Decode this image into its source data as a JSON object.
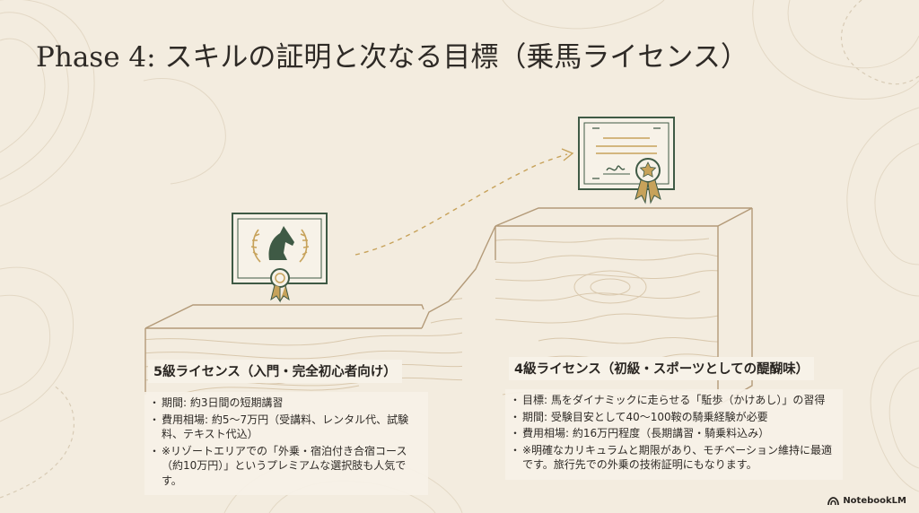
{
  "title": "Phase 4: スキルの証明と次なる目標（乗馬ライセンス）",
  "level5": {
    "heading": "5級ライセンス（入門・完全初心者向け）",
    "bullets": [
      "期間: 約3日間の短期講習",
      "費用相場: 約5〜7万円（受講料、レンタル代、試験料、テキスト代込）",
      "※リゾートエリアでの「外乗・宿泊付き合宿コース（約10万円）」というプレミアムな選択肢も人気です。"
    ],
    "icon": "horse-certificate-icon"
  },
  "level4": {
    "heading": "4級ライセンス（初級・スポーツとしての醍醐味）",
    "bullets": [
      "目標: 馬をダイナミックに走らせる「駈歩（かけあし）」の習得",
      "期間: 受験目安として40〜100鞍の騎乗経験が必要",
      "費用相場: 約16万円程度（長期講習・騎乗料込み）",
      "※明確なカリキュラムと期限があり、モチベーション維持に最適です。旅行先での外乗の技術証明にもなります。"
    ],
    "icon": "diploma-certificate-icon"
  },
  "brand": {
    "name": "NotebookLM"
  },
  "colors": {
    "background": "#f3ecdf",
    "line": "#b39a78",
    "icon": "#3f5a45",
    "accent": "#c7a25a"
  }
}
